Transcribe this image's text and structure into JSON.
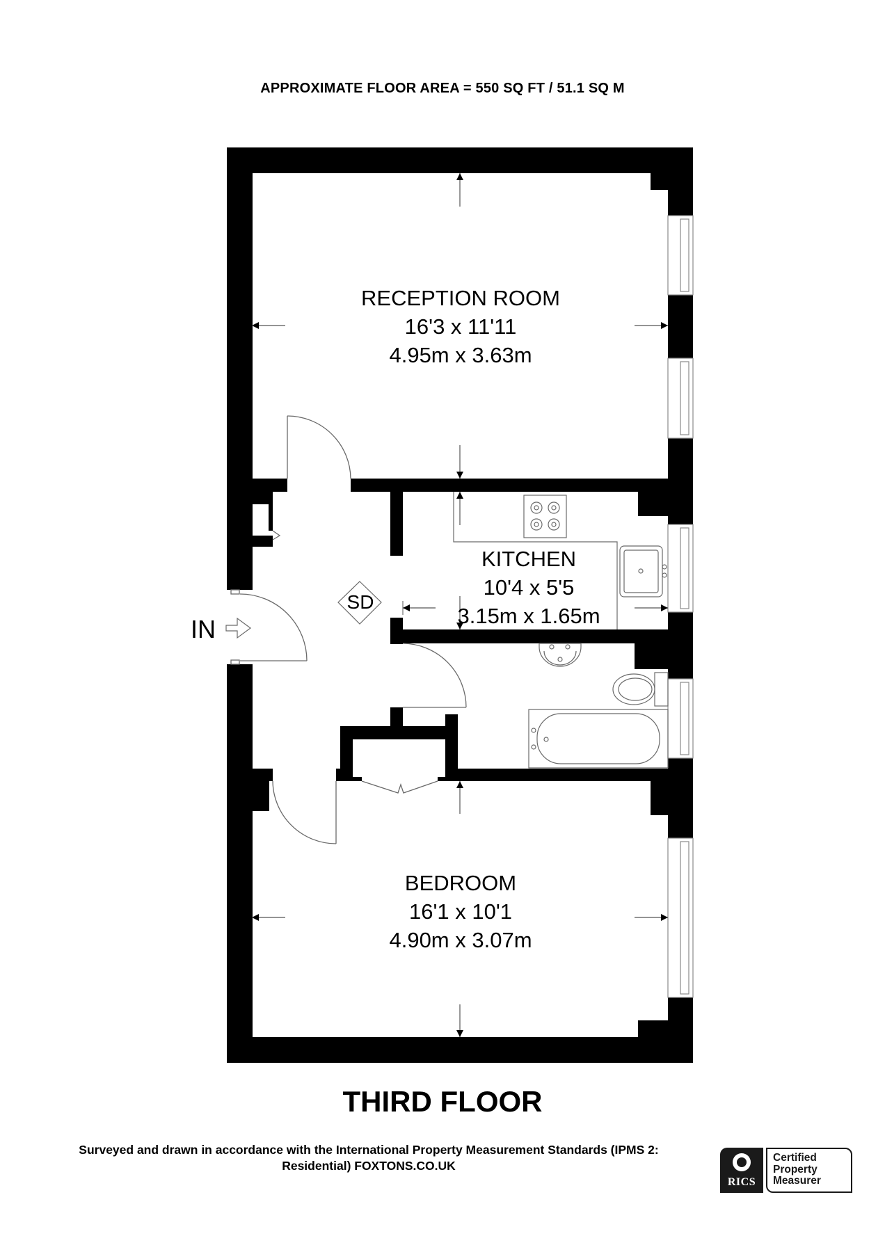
{
  "header": {
    "title": "APPROXIMATE FLOOR AREA = 550 SQ FT / 51.1 SQ M"
  },
  "rooms": [
    {
      "name": "RECEPTION ROOM",
      "imperial": "16'3 x 11'11",
      "metric": "4.95m x 3.63m"
    },
    {
      "name": "KITCHEN",
      "imperial": "10'4 x 5'5",
      "metric": "3.15m x 1.65m"
    },
    {
      "name": "BEDROOM",
      "imperial": "16'1 x 10'1",
      "metric": "4.90m x 3.07m"
    }
  ],
  "symbols": {
    "entrance_label": "IN",
    "smoke_detector_label": "SD"
  },
  "floor_name": "THIRD FLOOR",
  "footer": {
    "line1": "Surveyed and drawn in accordance with the International Property Measurement Standards (IPMS 2:",
    "line2": "Residential) FOXTONS.CO.UK"
  },
  "badge": {
    "org": "RICS",
    "line1": "Certified",
    "line2": "Property",
    "line3": "Measurer"
  },
  "colors": {
    "wall": "#000000",
    "line": "#8a8a8a",
    "background": "#ffffff"
  }
}
